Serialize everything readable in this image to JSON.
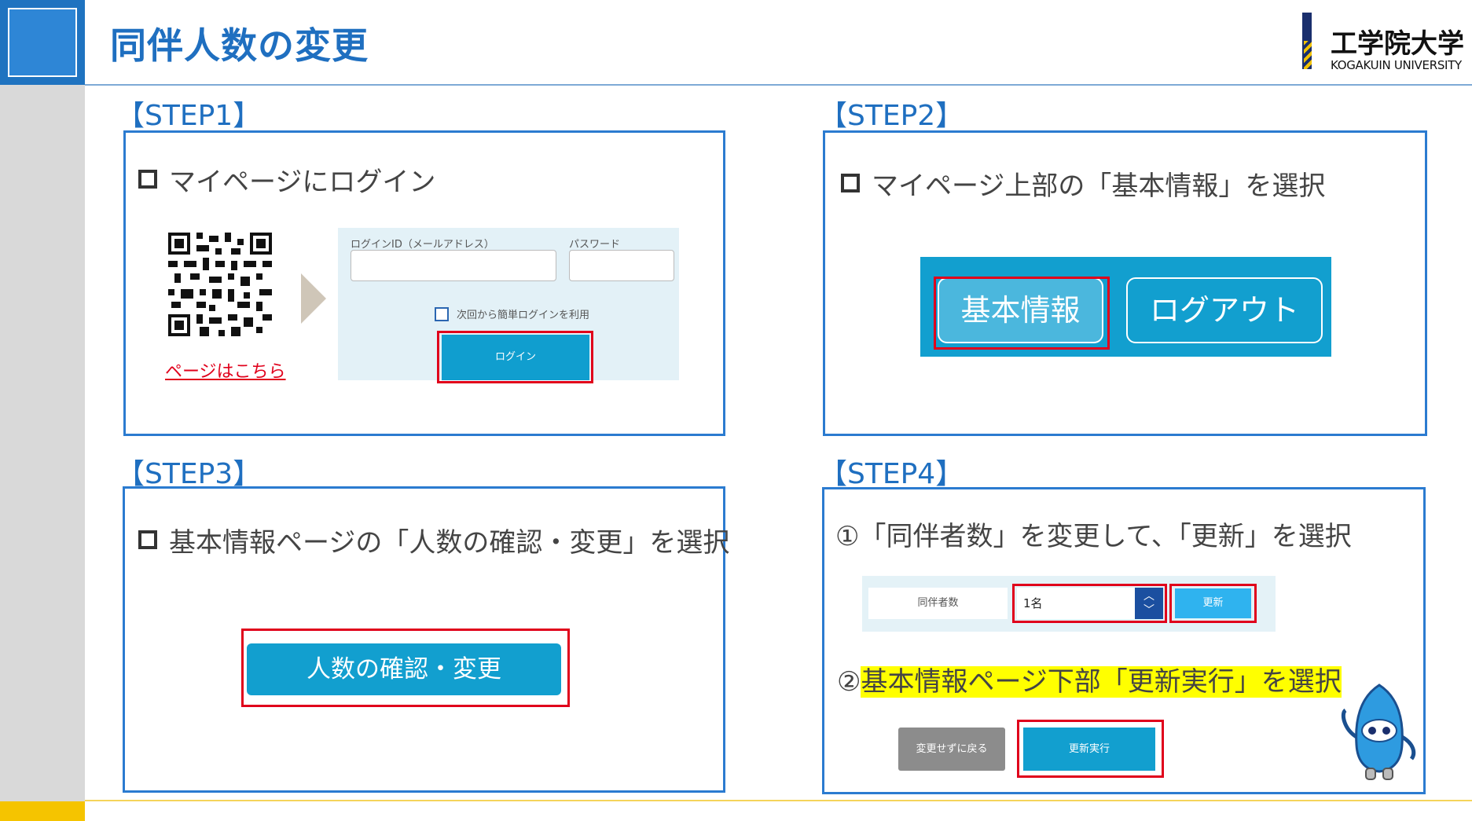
{
  "header": {
    "title": "同伴人数の変更",
    "logo_jp": "工学院大学",
    "logo_en": "KOGAKUIN UNIVERSITY"
  },
  "step1": {
    "label": "【STEP1】",
    "instruction": "マイページにログイン",
    "qr_link": "ページはこちら",
    "login_id_label": "ログインID（メールアドレス）",
    "password_label": "パスワード",
    "remember_label": "次回から簡単ログインを利用",
    "login_button": "ログイン"
  },
  "step2": {
    "label": "【STEP2】",
    "instruction": "マイページ上部の「基本情報」を選択",
    "basic_info_button": "基本情報",
    "logout_button": "ログアウト"
  },
  "step3": {
    "label": "【STEP3】",
    "instruction": "基本情報ページの「人数の確認・変更」を選択",
    "confirm_button": "人数の確認・変更"
  },
  "step4": {
    "label": "【STEP4】",
    "instruction1": "①「同伴者数」を変更して、「更新」を選択",
    "companion_label": "同伴者数",
    "companion_value": "1名",
    "update_button": "更新",
    "instruction2_prefix": "②",
    "instruction2_highlight": "基本情報ページ下部「更新実行」を選択",
    "back_button": "変更せずに戻る",
    "execute_button": "更新実行"
  },
  "colors": {
    "accent_blue": "#1f6fc0",
    "button_blue": "#129fcf",
    "highlight_red": "#e0001b",
    "highlight_yellow": "#ffff00",
    "brand_gold": "#f5c400"
  }
}
